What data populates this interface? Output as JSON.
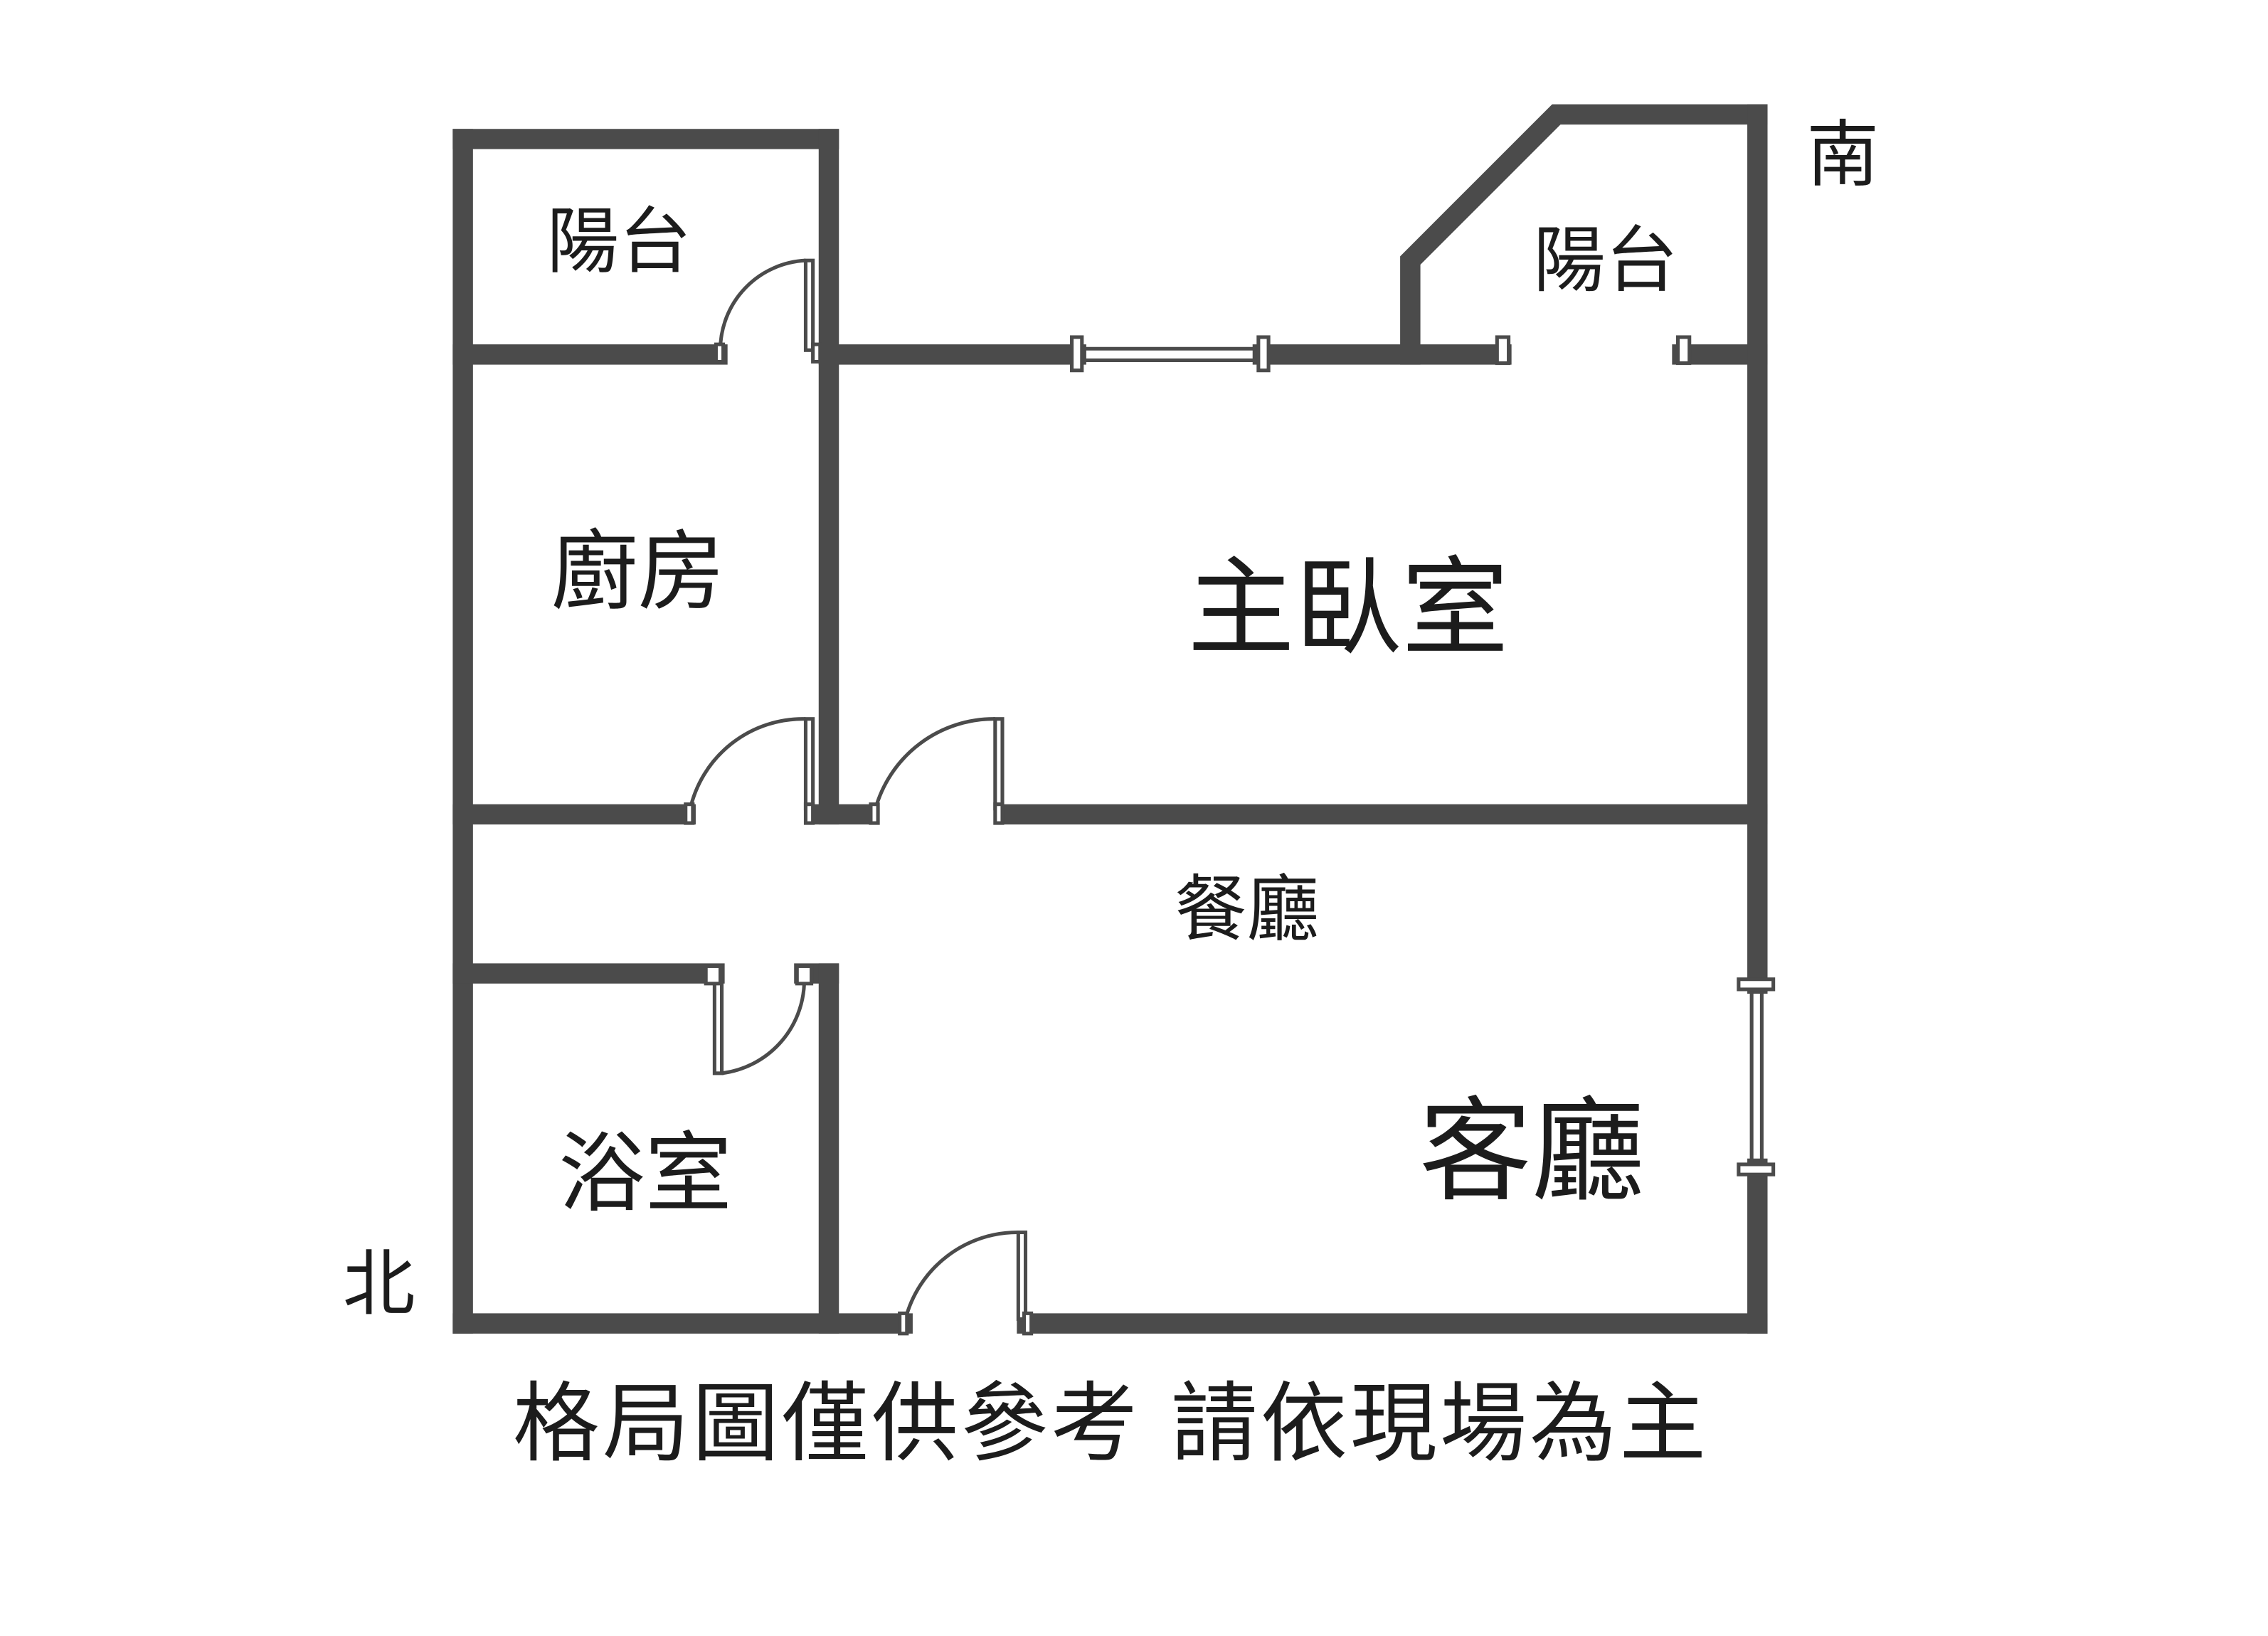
{
  "compass": {
    "south": "南",
    "north": "北"
  },
  "rooms": {
    "balcony_west": "陽台",
    "balcony_east": "陽台",
    "kitchen": "廚房",
    "master_bedroom": "主臥室",
    "dining_room": "餐廳",
    "bathroom": "浴室",
    "living_room": "客廳"
  },
  "disclaimer": "格局圖僅供參考 請依現場為主",
  "colors": {
    "wall": "#4b4b4b",
    "text": "#1c1c1c",
    "background": "#ffffff"
  }
}
